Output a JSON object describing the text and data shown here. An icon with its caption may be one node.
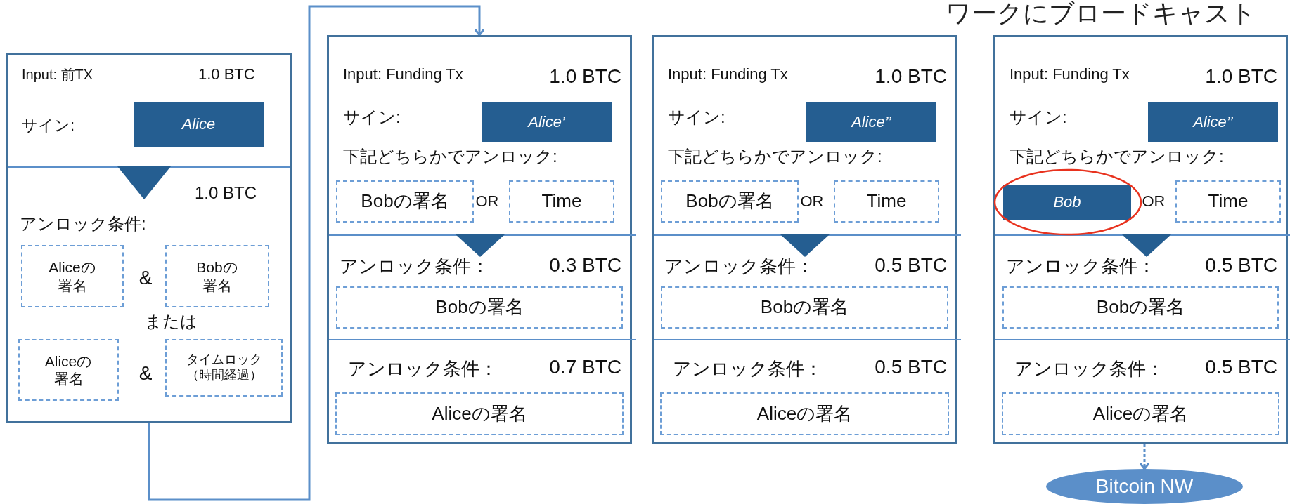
{
  "diagram": {
    "nodes": [
      {
        "text": [
          "Input: 前TX",
          "1.0 BTC",
          "サイン:",
          "1.0 BTC",
          "アンロック条件:",
          "&",
          "または",
          "&"
        ]
      },
      {
        "text": [
          "Alice"
        ],
        "in": 0
      },
      {
        "text": [
          "Aliceの署名"
        ],
        "in": 0
      },
      {
        "text": [
          "Bobの署名"
        ],
        "in": 0
      },
      {
        "text": [
          "Aliceの署名"
        ],
        "in": 0
      },
      {
        "text": [
          "タイムロック（時間経過）"
        ],
        "in": 0
      },
      {
        "text": [
          "Input: Funding Tx",
          "1.0 BTC",
          "サイン:",
          "下記どちらかでアンロック:",
          "OR",
          "アンロック条件：",
          "0.3 BTC",
          "アンロック条件：",
          "0.7 BTC"
        ]
      },
      {
        "text": [
          "Alice’"
        ],
        "in": 6
      },
      {
        "text": [
          "Bobの署名"
        ],
        "in": 6
      },
      {
        "text": [
          "Time"
        ],
        "in": 6
      },
      {
        "text": [
          "Bobの署名"
        ],
        "in": 6
      },
      {
        "text": [
          "Aliceの署名"
        ],
        "in": 6
      },
      {
        "text": [
          "Input: Funding Tx",
          "1.0 BTC",
          "サイン:",
          "下記どちらかでアンロック:",
          "OR",
          "アンロック条件：",
          "0.5 BTC",
          "アンロック条件：",
          "0.5 BTC"
        ]
      },
      {
        "text": [
          "Alice’’"
        ],
        "in": 12
      },
      {
        "text": [
          "Bobの署名"
        ],
        "in": 12
      },
      {
        "text": [
          "Time"
        ],
        "in": 12
      },
      {
        "text": [
          "Bobの署名"
        ],
        "in": 12
      },
      {
        "text": [
          "Aliceの署名"
        ],
        "in": 12
      },
      {
        "text": [
          "Input: Funding Tx",
          "1.0 BTC",
          "サイン:",
          "下記どちらかでアンロック:",
          "OR",
          "アンロック条件：",
          "0.5 BTC",
          "アンロック条件：",
          "0.5 BTC"
        ]
      },
      {
        "text": [
          "Alice’’"
        ],
        "in": 18
      },
      {
        "text": [
          "Bob"
        ],
        "in": 18
      },
      {
        "text": [
          "Time"
        ],
        "in": 18
      },
      {
        "text": [
          "Bobの署名"
        ],
        "in": 18
      },
      {
        "text": [
          "Aliceの署名"
        ],
        "in": 18
      },
      {
        "text": [
          "Bitcoin NW"
        ]
      }
    ],
    "edges": [
      {
        "from": 0,
        "to": 6,
        "arrow": "to"
      },
      {
        "from": 18,
        "to": 24,
        "arrow": "to",
        "style": "dashed"
      }
    ],
    "labels": [
      "ワークにブロードキャスト"
    ]
  }
}
